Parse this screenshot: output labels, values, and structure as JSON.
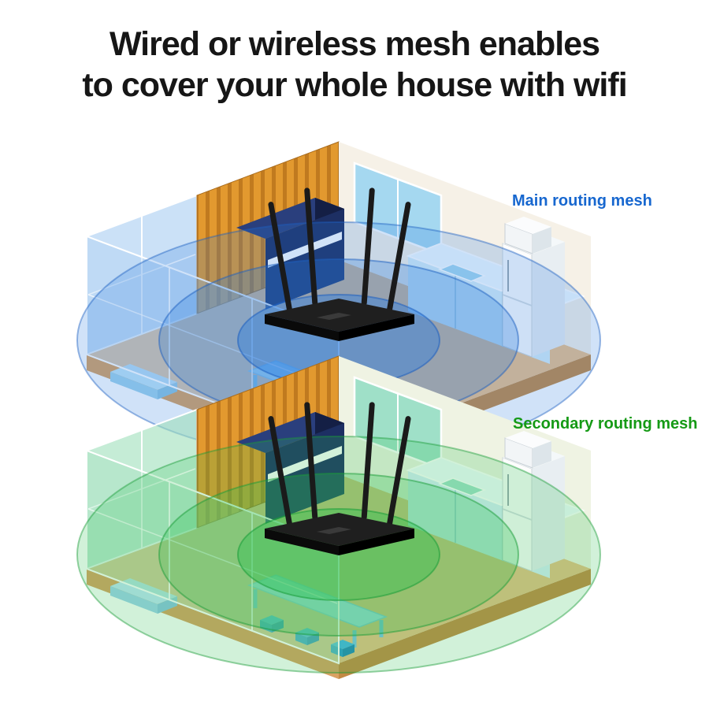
{
  "title": {
    "line1": "Wired or wireless mesh enables",
    "line2": "to cover your whole house with wifi"
  },
  "scenes": {
    "main": {
      "label": "Main routing mesh"
    },
    "secondary": {
      "label": "Secondary routing mesh"
    }
  },
  "colors": {
    "main_label": "#1767cf",
    "secondary_label": "#159a15",
    "signal_blue": "#2b7de0",
    "signal_blue_ring": "#1d5fc0",
    "signal_green": "#2ec151",
    "signal_green_ring": "#1a9c38",
    "wood_light": "#e2992f",
    "wood_dark": "#c07a1f",
    "router_black": "#1a1a1a"
  }
}
